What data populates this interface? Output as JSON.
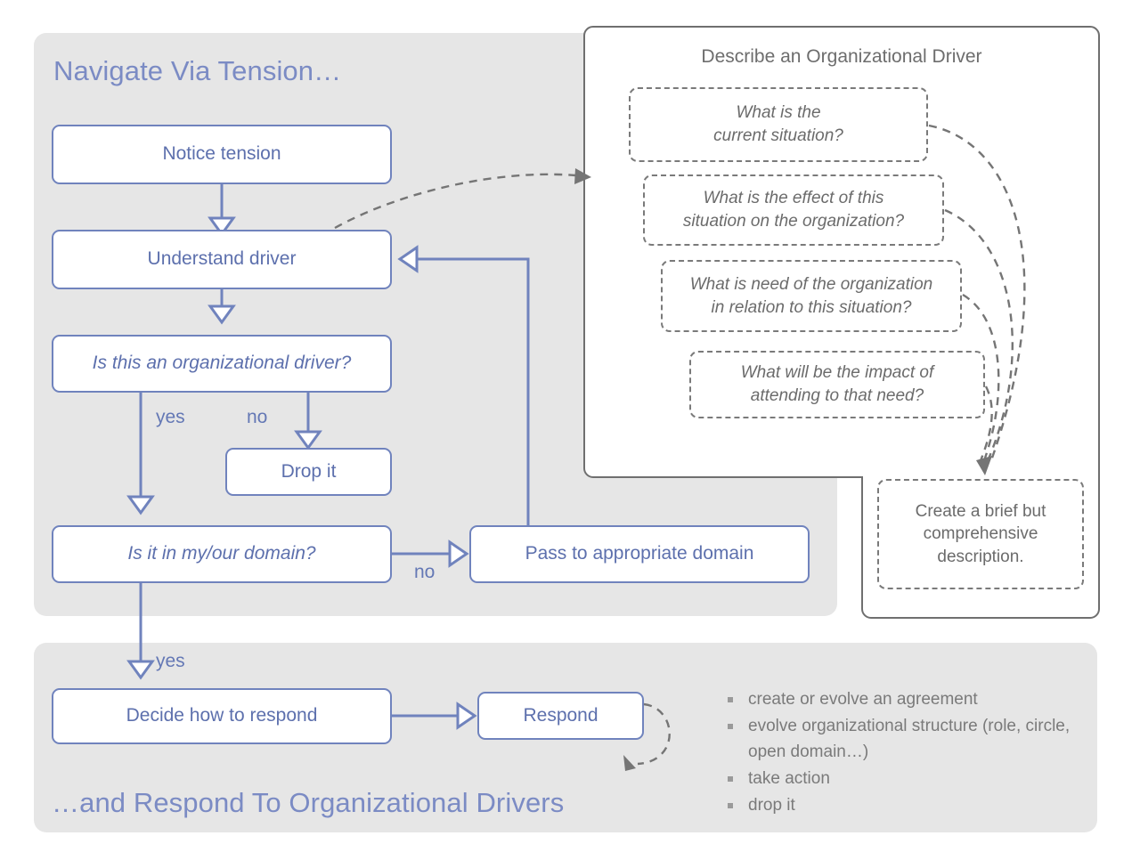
{
  "sections": {
    "top_title": "Navigate Via Tension…",
    "bottom_title": "…and Respond To Organizational Drivers",
    "describe_title": "Describe an Organizational Driver"
  },
  "nodes": {
    "notice_tension": "Notice tension",
    "understand_driver": "Understand driver",
    "is_org_driver": "Is this an organizational driver?",
    "drop_it": "Drop it",
    "is_in_domain": "Is it in my/our domain?",
    "pass_to_domain": "Pass to appropriate domain",
    "decide_how": "Decide how to respond",
    "respond": "Respond"
  },
  "edge_labels": {
    "yes_org_driver": "yes",
    "no_org_driver": "no",
    "no_in_domain": "no",
    "yes_in_domain": "yes"
  },
  "questions": [
    "What is the\ncurrent situation?",
    "What is the effect of this\nsituation on the organization?",
    "What is need of the organization\nin relation to this situation?",
    "What will be the impact of\nattending to that need?"
  ],
  "create_description": "Create a brief but\ncomprehensive\ndescription.",
  "respond_options": [
    "create or evolve an agreement",
    "evolve organizational structure (role, circle, open domain…)",
    "take action",
    "drop it"
  ],
  "colors": {
    "accent_blue": "#7083bd",
    "text_blue": "#5d70ad",
    "title_blue": "#7b8bc4",
    "panel_gray": "#e6e6e6",
    "dashed_gray": "#7a7a7a",
    "text_gray": "#6b6b6b"
  }
}
